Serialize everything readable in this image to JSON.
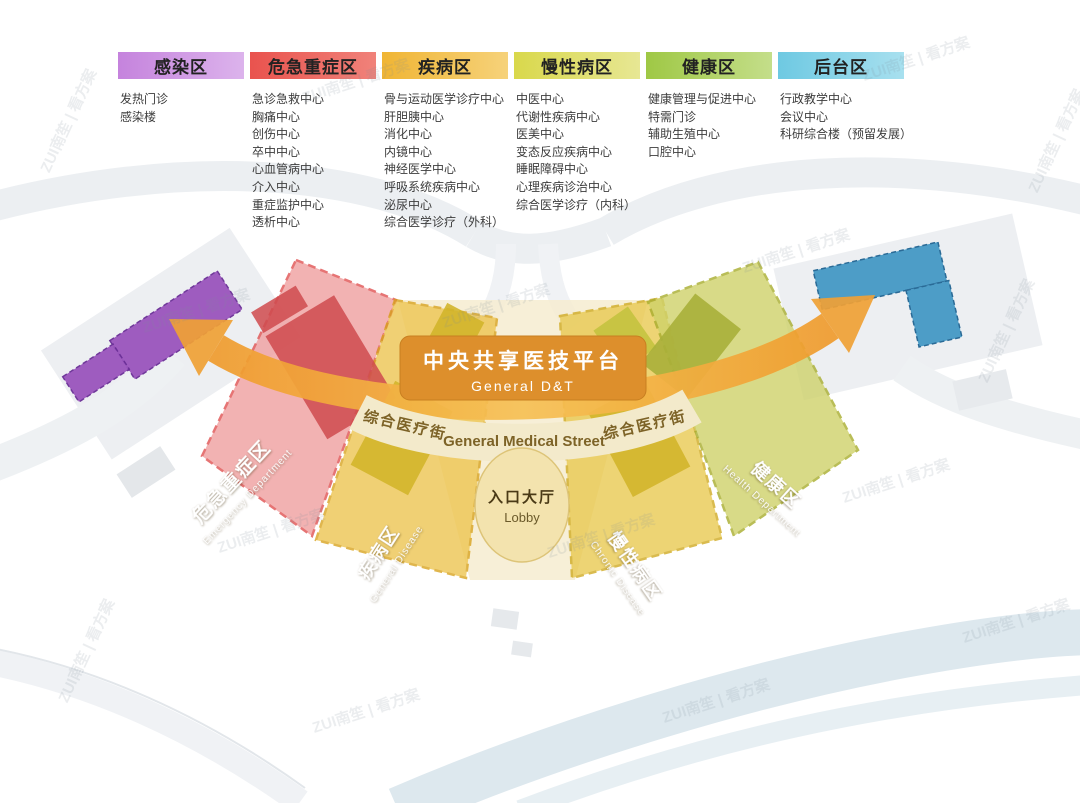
{
  "watermark": {
    "text": "ZUI南笙 | 看方案"
  },
  "legend": {
    "columns": [
      {
        "title": "感染区",
        "color": "#c583dd",
        "items": [
          "发热门诊",
          "感染楼"
        ]
      },
      {
        "title": "危急重症区",
        "color": "#e9534e",
        "items": [
          "急诊急救中心",
          "胸痛中心",
          "创伤中心",
          "卒中中心",
          "心血管病中心",
          "介入中心",
          "重症监护中心",
          "透析中心"
        ]
      },
      {
        "title": "疾病区",
        "color": "#f0b534",
        "items": [
          "骨与运动医学诊疗中心",
          "肝胆胰中心",
          "消化中心",
          "内镜中心",
          "神经医学中心",
          "呼吸系统疾病中心",
          "泌尿中心",
          "综合医学诊疗（外科）"
        ]
      },
      {
        "title": "慢性病区",
        "color": "#d9d84b",
        "items": [
          "中医中心",
          "代谢性疾病中心",
          "医美中心",
          "变态反应疾病中心",
          "睡眠障碍中心",
          "心理疾病诊治中心",
          "综合医学诊疗（内科）"
        ]
      },
      {
        "title": "健康区",
        "color": "#9fc845",
        "items": [
          "健康管理与促进中心",
          "特需门诊",
          "辅助生殖中心",
          "口腔中心"
        ]
      },
      {
        "title": "后台区",
        "color": "#6ec9e2",
        "items": [
          "行政教学中心",
          "会议中心",
          "科研综合楼（预留发展）"
        ]
      }
    ]
  },
  "plan": {
    "platform": {
      "zh": "中央共享医技平台",
      "en": "General  D&T"
    },
    "street": {
      "left": "综合医疗街",
      "mid": "General Medical Street",
      "right": "综合医疗街"
    },
    "lobby": {
      "zh": "入口大厅",
      "en": "Lobby"
    },
    "zones": {
      "emergency": {
        "zh": "危急重症区",
        "en": "Emergency Department",
        "color": "#e9534e"
      },
      "disease": {
        "zh": "疾病区",
        "en": "General Disease",
        "color": "#f0b534"
      },
      "chronic": {
        "zh": "慢性病区",
        "en": "Chronic Disease",
        "color": "#d9d84b"
      },
      "health": {
        "zh": "健康区",
        "en": "Health Department",
        "color": "#9fc845"
      },
      "infection": {
        "zh": "感染区",
        "color": "#c583dd"
      },
      "backoffice": {
        "zh": "后台区",
        "color": "#6ec9e2"
      }
    }
  }
}
